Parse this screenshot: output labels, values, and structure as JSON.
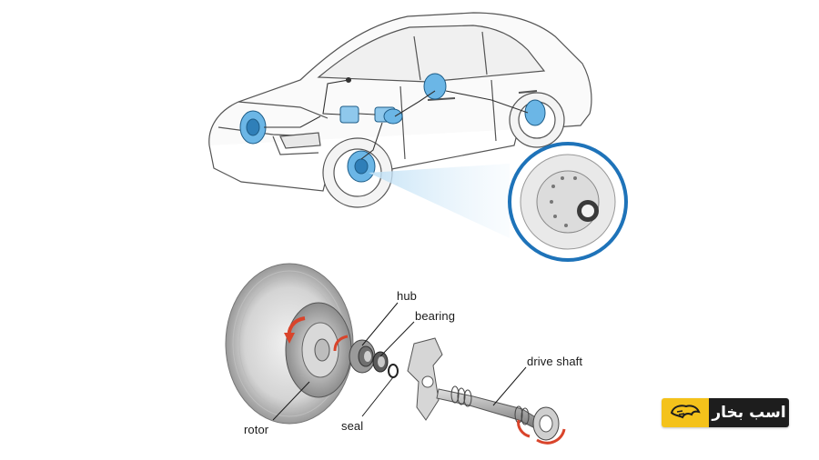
{
  "labels": {
    "hub": "hub",
    "bearing": "bearing",
    "drive_shaft": "drive shaft",
    "rotor": "rotor",
    "seal": "seal"
  },
  "logo": {
    "text": "اسب بخار",
    "mark_color": "#f4c21b",
    "text_bg": "#1d1d1d"
  },
  "colors": {
    "highlight": "#3a9bd5",
    "zoom_ring": "#1e73b9",
    "arrow": "#d9442b",
    "line": "#333333"
  }
}
